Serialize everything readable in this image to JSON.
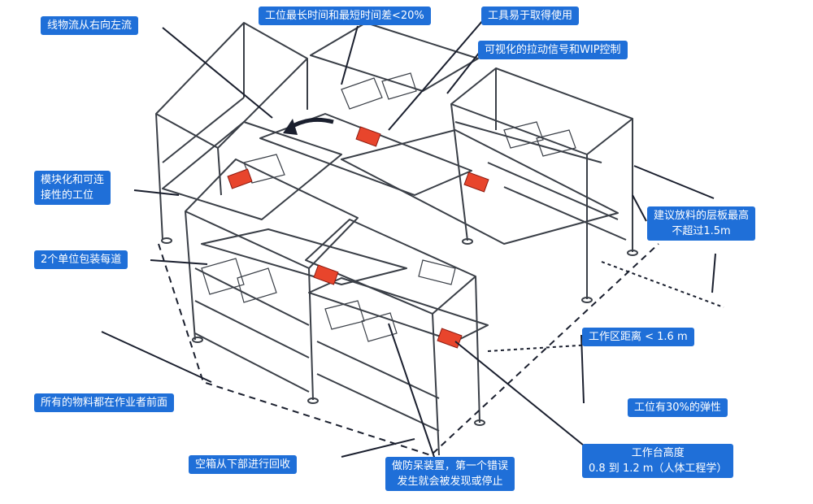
{
  "colors": {
    "callout_bg": "#1f6fd8",
    "callout_text": "#ffffff",
    "frame_line": "#3a3f47",
    "marker": "#e8452c",
    "leader_line": "#1a1f2e"
  },
  "labels": {
    "flow_direction": "线物流从右向左流",
    "cycle_time": "工位最长时间和最短时间差<20%",
    "tools": "工具易于取得使用",
    "visual_control": "可视化的拉动信号和WIP控制",
    "modular_line1": "模块化和可连",
    "modular_line2": "接性的工位",
    "packaging": "2个单位包装每道",
    "shelf_height_line1": "建议放料的层板最高",
    "shelf_height_line2": "不超过1.5m",
    "work_distance": "工作区距离 < 1.6 m",
    "materials_front": "所有的物料都在作业者前面",
    "flexibility": "工位有30%的弹性",
    "bench_height_line1": "工作台高度",
    "bench_height_line2": "0.8 到 1.2 m（人体工程学）",
    "empty_box": "空箱从下部进行回收",
    "error_proof_line1": "做防呆装置，第一个错误",
    "error_proof_line2": "发生就会被发现或停止"
  },
  "icons": {
    "flow_arrow": "curved-arrow-icon",
    "warning_marker": "warning-marker-icon"
  }
}
